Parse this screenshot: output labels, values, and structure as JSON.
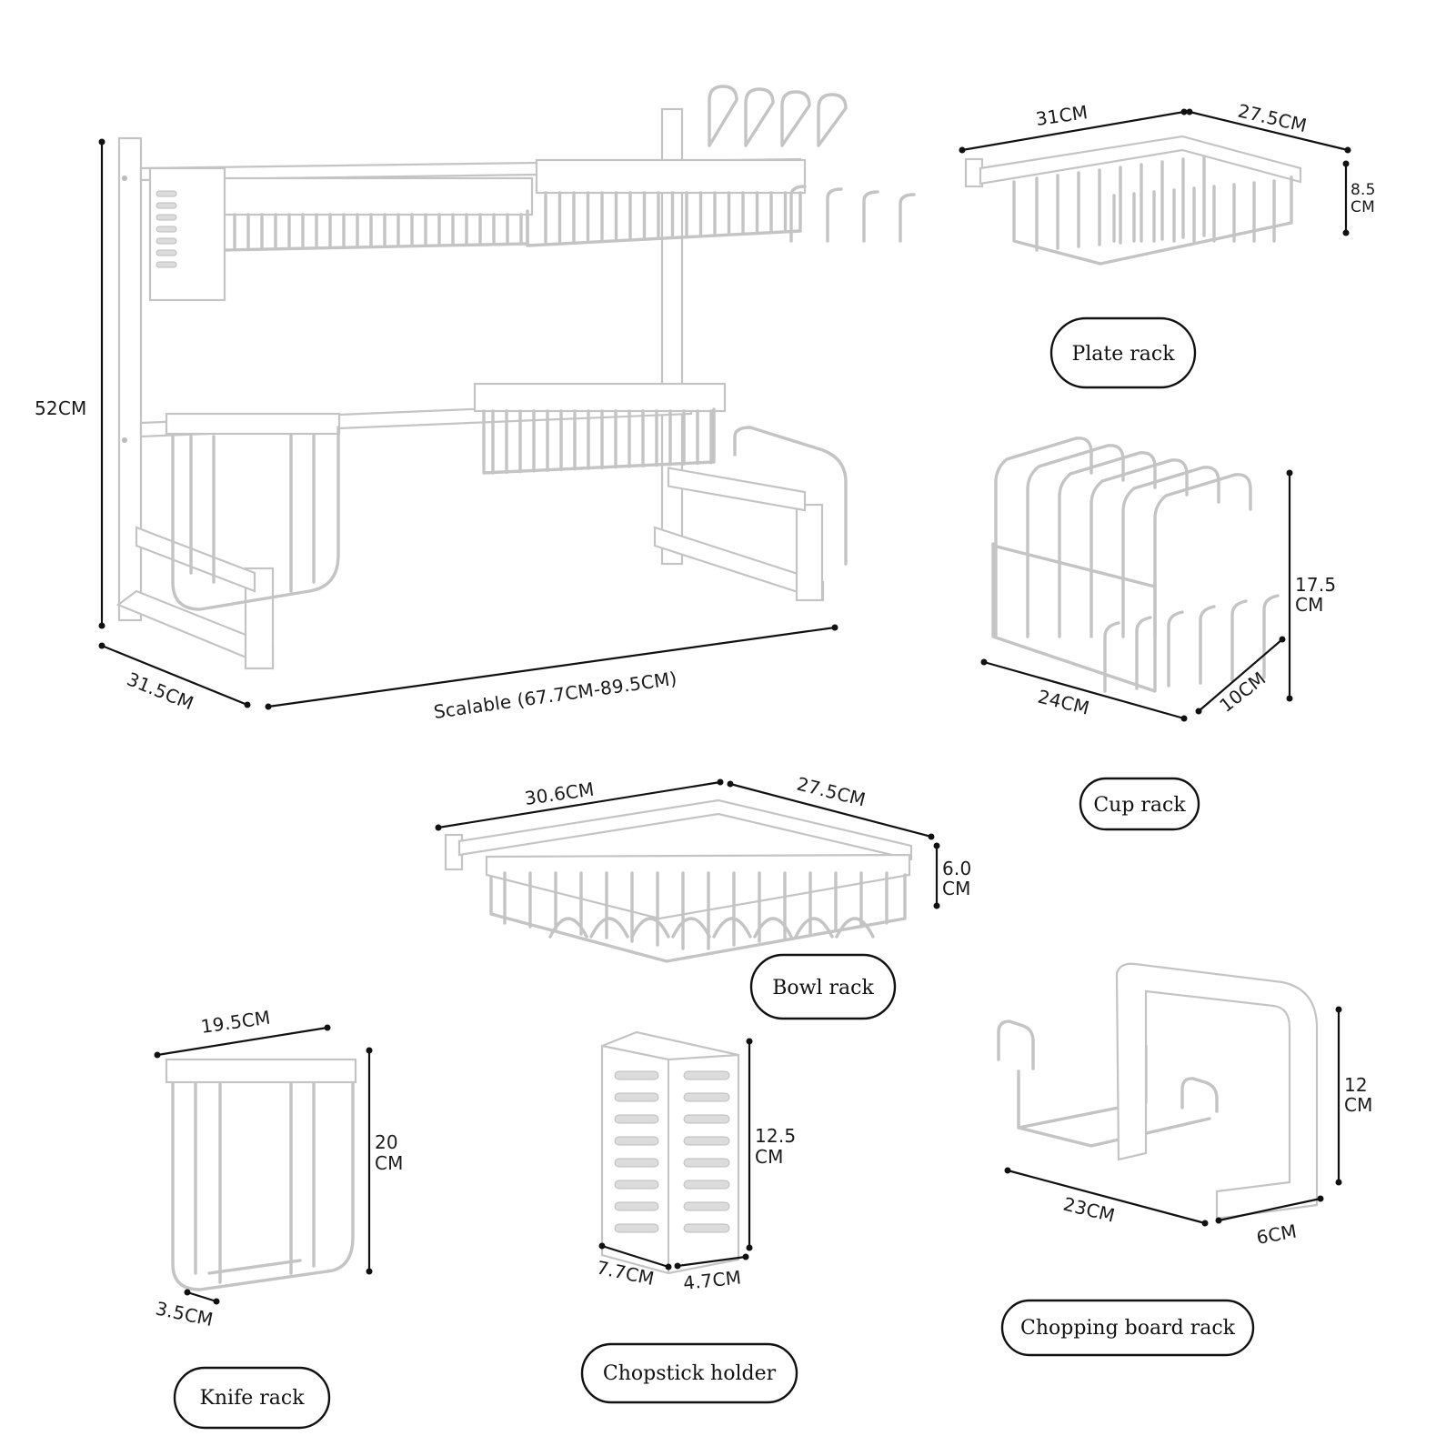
{
  "colors": {
    "background": "#ffffff",
    "rack": "#ffffff",
    "rack_outline": "#c4c4c4",
    "dimension_lines": "#111111"
  },
  "main_rack": {
    "height": "52CM",
    "depth": "31.5CM",
    "width": "Scalable (67.7CM-89.5CM)"
  },
  "plate_rack": {
    "label": "Plate rack",
    "width": "31CM",
    "depth": "27.5CM",
    "height": [
      "8.5",
      "CM"
    ]
  },
  "cup_rack": {
    "label": "Cup rack",
    "width": "24CM",
    "depth": "10CM",
    "height": [
      "17.5",
      "CM"
    ]
  },
  "bowl_rack": {
    "label": "Bowl rack",
    "width": "30.6CM",
    "depth": "27.5CM",
    "height": [
      "6.0",
      "CM"
    ]
  },
  "knife_rack": {
    "label": "Knife rack",
    "width": "19.5CM",
    "depth": "3.5CM",
    "height": [
      "20",
      "CM"
    ]
  },
  "chopstick_holder": {
    "label": "Chopstick holder",
    "width": "7.7CM",
    "depth": "4.7CM",
    "height": [
      "12.5",
      "CM"
    ]
  },
  "chopping_board_rack": {
    "label": "Chopping board rack",
    "width": "23CM",
    "depth": "6CM",
    "height": [
      "12",
      "CM"
    ]
  }
}
